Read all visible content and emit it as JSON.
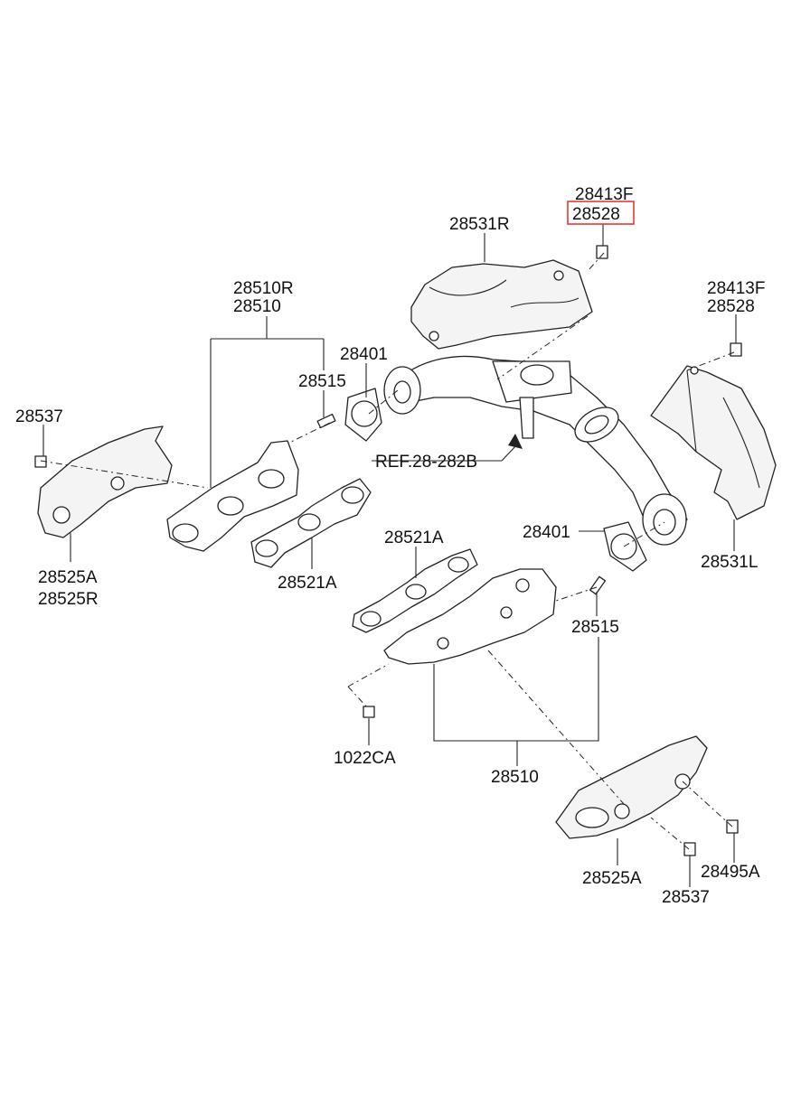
{
  "highlight_color": "#e53935",
  "labels": {
    "p28413F_top": "28413F",
    "p28528_top": "28528",
    "p28531R": "28531R",
    "p28413F_right": "28413F",
    "p28528_right": "28528",
    "p28510R": "28510R",
    "p28510_upper": "28510",
    "p28401_upper": "28401",
    "p28515_upper": "28515",
    "p28537_left": "28537",
    "ref": "REF.28-282B",
    "p28525A_left": "28525A",
    "p28525R": "28525R",
    "p28521A_lower_left": "28521A",
    "p28521A_center": "28521A",
    "p28401_right": "28401",
    "p28531L": "28531L",
    "p28515_right": "28515",
    "p1022CA": "1022CA",
    "p28510_lower": "28510",
    "p28525A_right": "28525A",
    "p28495A": "28495A",
    "p28537_right": "28537"
  }
}
